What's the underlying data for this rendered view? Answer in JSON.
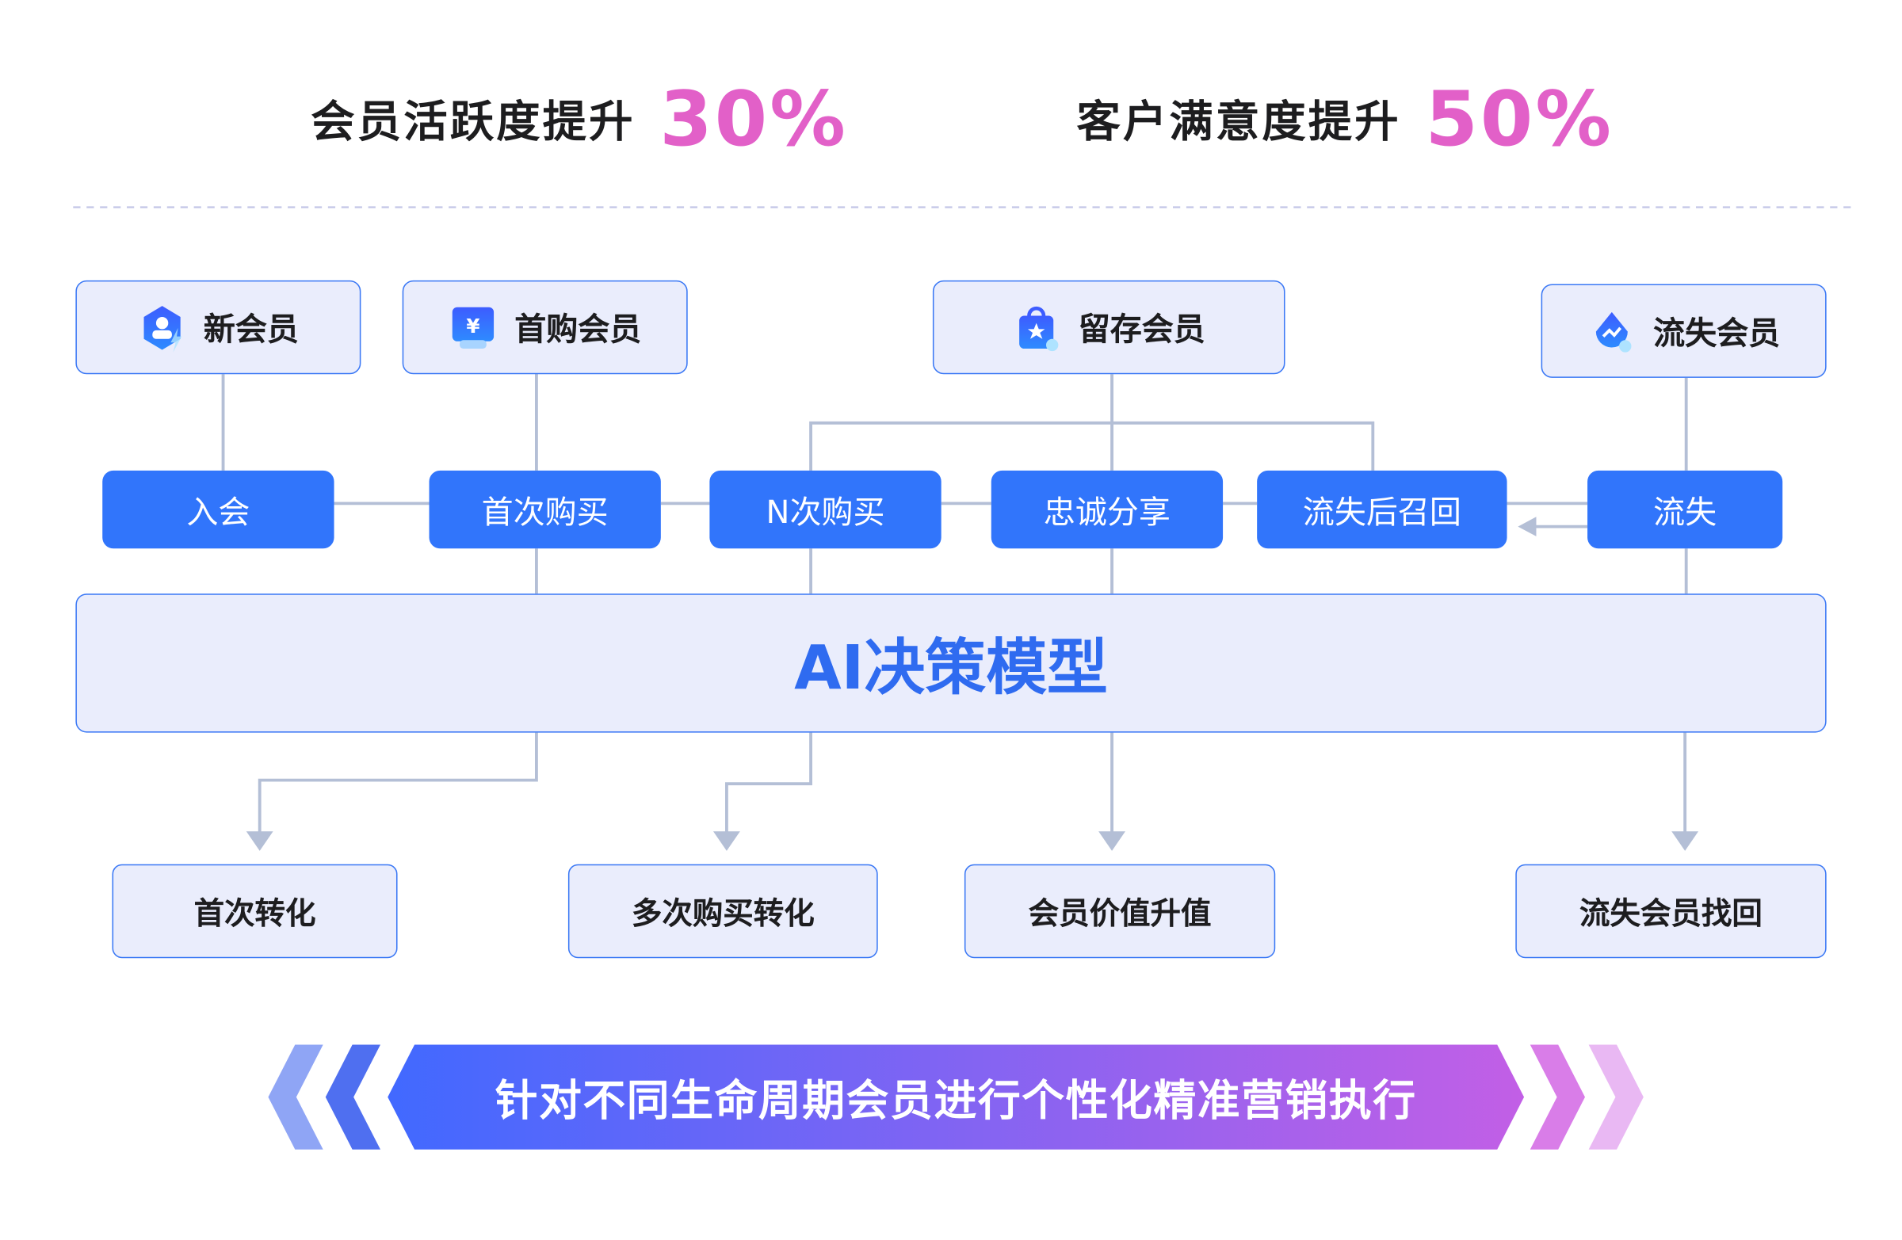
{
  "kpis": [
    {
      "label": "会员活跃度提升",
      "value": "30%"
    },
    {
      "label": "客户满意度提升",
      "value": "50%"
    }
  ],
  "segments": [
    {
      "label": "新会员",
      "icon": "user-shield-icon"
    },
    {
      "label": "首购会员",
      "icon": "yuan-card-icon"
    },
    {
      "label": "留存会员",
      "icon": "shopping-bag-star-icon"
    },
    {
      "label": "流失会员",
      "icon": "trend-drop-icon"
    }
  ],
  "steps": [
    "入会",
    "首次购买",
    "N次购买",
    "忠诚分享",
    "流失后召回",
    "流失"
  ],
  "model": "AI决策模型",
  "outcomes": [
    "首次转化",
    "多次购买转化",
    "会员价值升值",
    "流失会员找回"
  ],
  "banner": "针对不同生命周期会员进行个性化精准营销执行",
  "colors": {
    "accent": "#3175fb",
    "kpi": "#e260c8",
    "connector": "#b4bfd6",
    "gradient_start": "#4169ff",
    "gradient_end": "#c25fe6"
  }
}
